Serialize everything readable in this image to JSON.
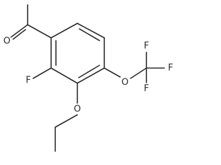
{
  "molecule": {
    "atoms": {
      "carbonyl_o": "O",
      "fluorine": "F",
      "ring_ether_o": "O",
      "ethoxy_o": "O",
      "cf3_f_top": "F",
      "cf3_f_right": "F",
      "cf3_f_bottom": "F"
    }
  }
}
